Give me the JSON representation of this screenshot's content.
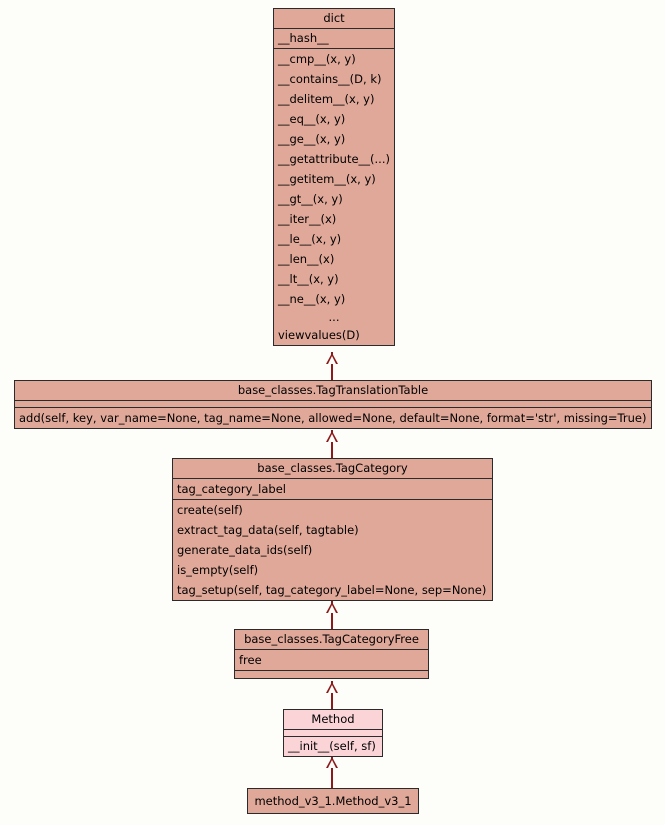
{
  "diagram": {
    "type": "uml-class-diagram",
    "background_color": "#fdfdfa",
    "class_fill_color": "#e0a899",
    "highlight_fill_color": "#fbd4d7",
    "border_color": "#2b2b2b",
    "edge_color": "#8b1a1a",
    "classes": [
      {
        "id": "dict",
        "name": "dict",
        "attributes": [
          "__hash__"
        ],
        "methods": [
          "__cmp__(x, y)",
          "__contains__(D, k)",
          "__delitem__(x, y)",
          "__eq__(x, y)",
          "__ge__(x, y)",
          "__getattribute__(...)",
          "__getitem__(x, y)",
          "__gt__(x, y)",
          "__iter__(x)",
          "__le__(x, y)",
          "__len__(x)",
          "__lt__(x, y)",
          "__ne__(x, y)",
          "...",
          "viewvalues(D)"
        ]
      },
      {
        "id": "tagtranslationtable",
        "name": "base_classes.TagTranslationTable",
        "attributes": [],
        "methods": [
          "add(self, key, var_name=None, tag_name=None, allowed=None, default=None, format='str', missing=True)"
        ]
      },
      {
        "id": "tagcategory",
        "name": "base_classes.TagCategory",
        "attributes": [
          "tag_category_label"
        ],
        "methods": [
          "create(self)",
          "extract_tag_data(self, tagtable)",
          "generate_data_ids(self)",
          "is_empty(self)",
          "tag_setup(self, tag_category_label=None, sep=None)"
        ]
      },
      {
        "id": "tagcategoryfree",
        "name": "base_classes.TagCategoryFree",
        "attributes": [
          "free"
        ],
        "methods": []
      },
      {
        "id": "method",
        "name": "Method",
        "attributes": [],
        "methods": [
          "__init__(self, sf)"
        ]
      },
      {
        "id": "method_v3_1",
        "name": "method_v3_1.Method_v3_1",
        "attributes": [],
        "methods": []
      }
    ],
    "relationships": [
      {
        "kind": "inheritance",
        "from": "tagtranslationtable",
        "to": "dict"
      },
      {
        "kind": "inheritance",
        "from": "tagcategory",
        "to": "tagtranslationtable"
      },
      {
        "kind": "inheritance",
        "from": "tagcategoryfree",
        "to": "tagcategory"
      },
      {
        "kind": "inheritance",
        "from": "method",
        "to": "tagcategoryfree"
      },
      {
        "kind": "inheritance",
        "from": "method_v3_1",
        "to": "method"
      }
    ]
  }
}
